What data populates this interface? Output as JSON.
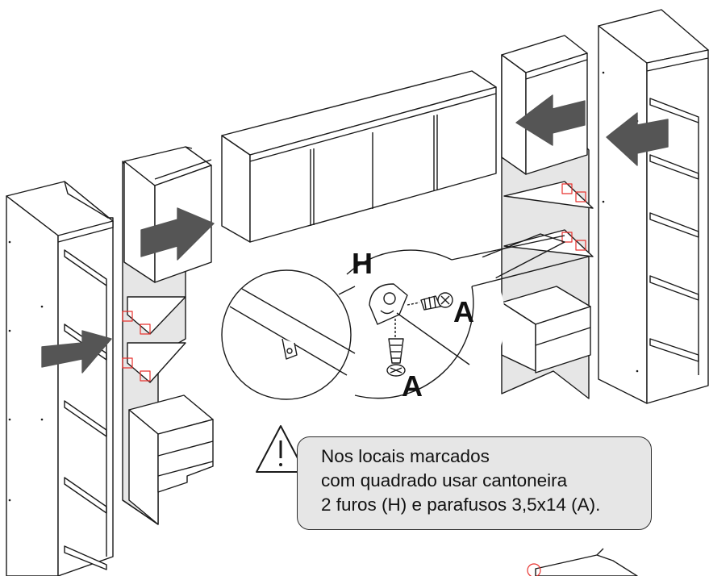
{
  "callout": {
    "label_h": "H",
    "label_a_screw_1": "A",
    "label_a_screw_2": "A"
  },
  "note": {
    "line_1": "Nos locais marcados",
    "line_2": "com quadrado usar cantoneira",
    "line_3": "2 furos (H) e parafusos 3,5x14 (A)."
  },
  "colors": {
    "arrow": "#555555",
    "panel_shade": "#e6e6e6",
    "marker": "#e8322e",
    "outline": "#1a1a1a"
  },
  "icons": [
    "warning-icon",
    "right-arrow-icon",
    "left-arrow-icon",
    "screw-icon",
    "corner-bracket-icon"
  ]
}
